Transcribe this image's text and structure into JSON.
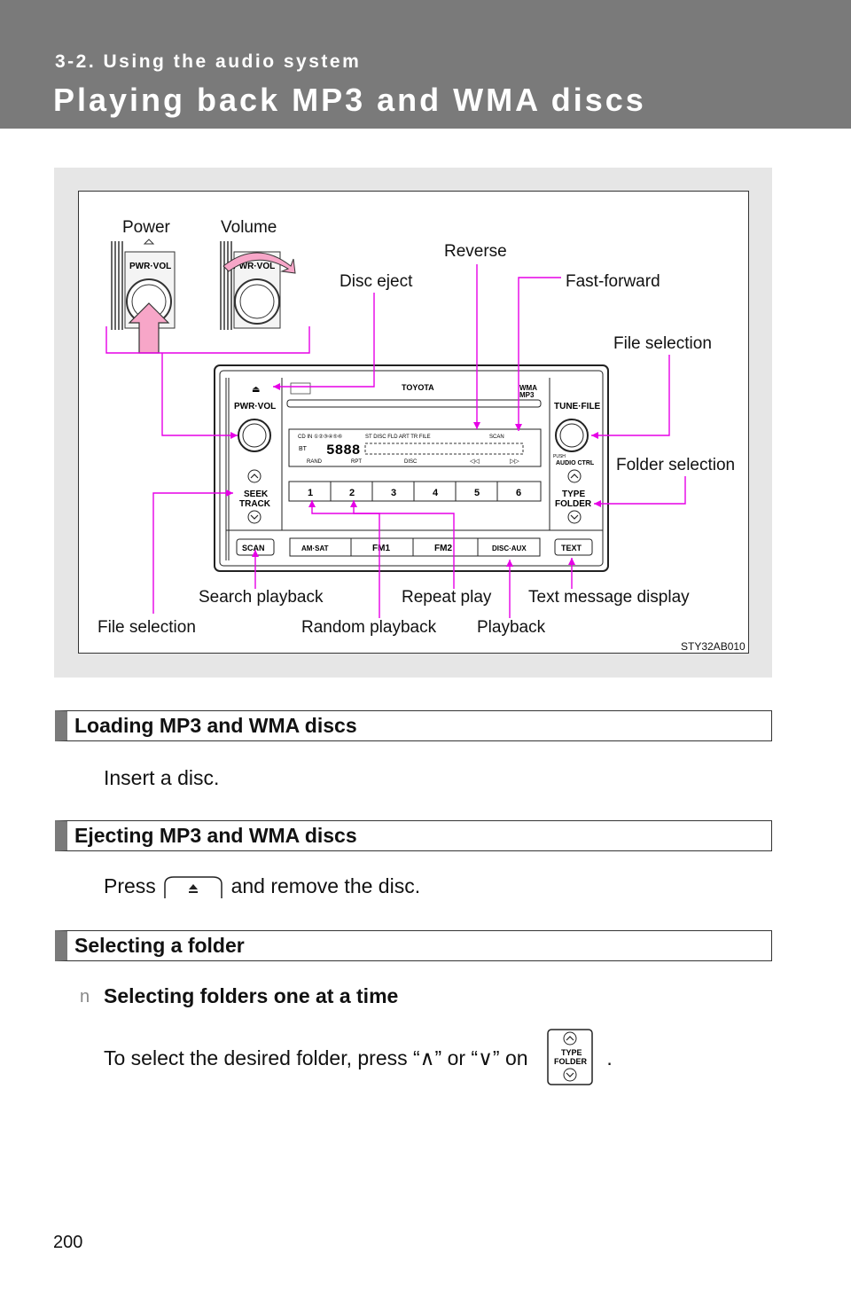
{
  "header": {
    "section": "3-2. Using the audio system",
    "title": "Playing back MP3 and WMA discs"
  },
  "figure": {
    "code": "STY32AB010",
    "callouts": {
      "power": "Power",
      "volume": "Volume",
      "reverse": "Reverse",
      "disc_eject": "Disc eject",
      "fast_forward": "Fast-forward",
      "file_selection_right": "File selection",
      "folder_selection": "Folder selection",
      "search_playback": "Search playback",
      "repeat_play": "Repeat play",
      "text_message_display": "Text message display",
      "file_selection_left": "File selection",
      "random_playback": "Random playback",
      "playback": "Playback"
    },
    "unit_labels": {
      "brand": "TOYOTA",
      "pwr_vol": "PWR·VOL",
      "pwr_vol_knob": "PWR·VOL",
      "tune_file": "TUNE·FILE",
      "seek": "SEEK",
      "track": "TRACK",
      "type": "TYPE",
      "folder": "FOLDER",
      "audio_ctrl": "AUDIO CTRL",
      "push": "PUSH",
      "presets": [
        "1",
        "2",
        "3",
        "4",
        "5",
        "6"
      ],
      "scan": "SCAN",
      "am_sat": "AM·SAT",
      "fm1": "FM1",
      "fm2": "FM2",
      "disc_aux": "DISC·AUX",
      "text": "TEXT",
      "wma": "WMA",
      "mp3": "MP3",
      "rand": "RAND",
      "rpt": "RPT",
      "disc": "DISC",
      "display_segments": "5888",
      "display_indicators": "ST  DISC     FLD ART  TR  FILE",
      "display_scan": "SCAN",
      "bt": "BT"
    }
  },
  "sections": [
    {
      "heading": "Loading MP3 and WMA discs",
      "body": "Insert a disc."
    },
    {
      "heading": "Ejecting MP3 and WMA discs",
      "body_before": "Press",
      "body_after": "and remove the disc."
    },
    {
      "heading": "Selecting a folder"
    }
  ],
  "folder": {
    "bullet": "n",
    "subtitle": "Selecting folders one at a time",
    "instruction_before": "To select the desired folder, press “∧” or “∨” on",
    "instruction_after": ".",
    "key_type": "TYPE",
    "key_folder": "FOLDER"
  },
  "page_number": "200",
  "colors": {
    "header_band": "#7a7a7a",
    "figure_bg": "#e6e6e6",
    "callout_line": "#e600e6",
    "arrow_fill": "#f7a6c8"
  }
}
